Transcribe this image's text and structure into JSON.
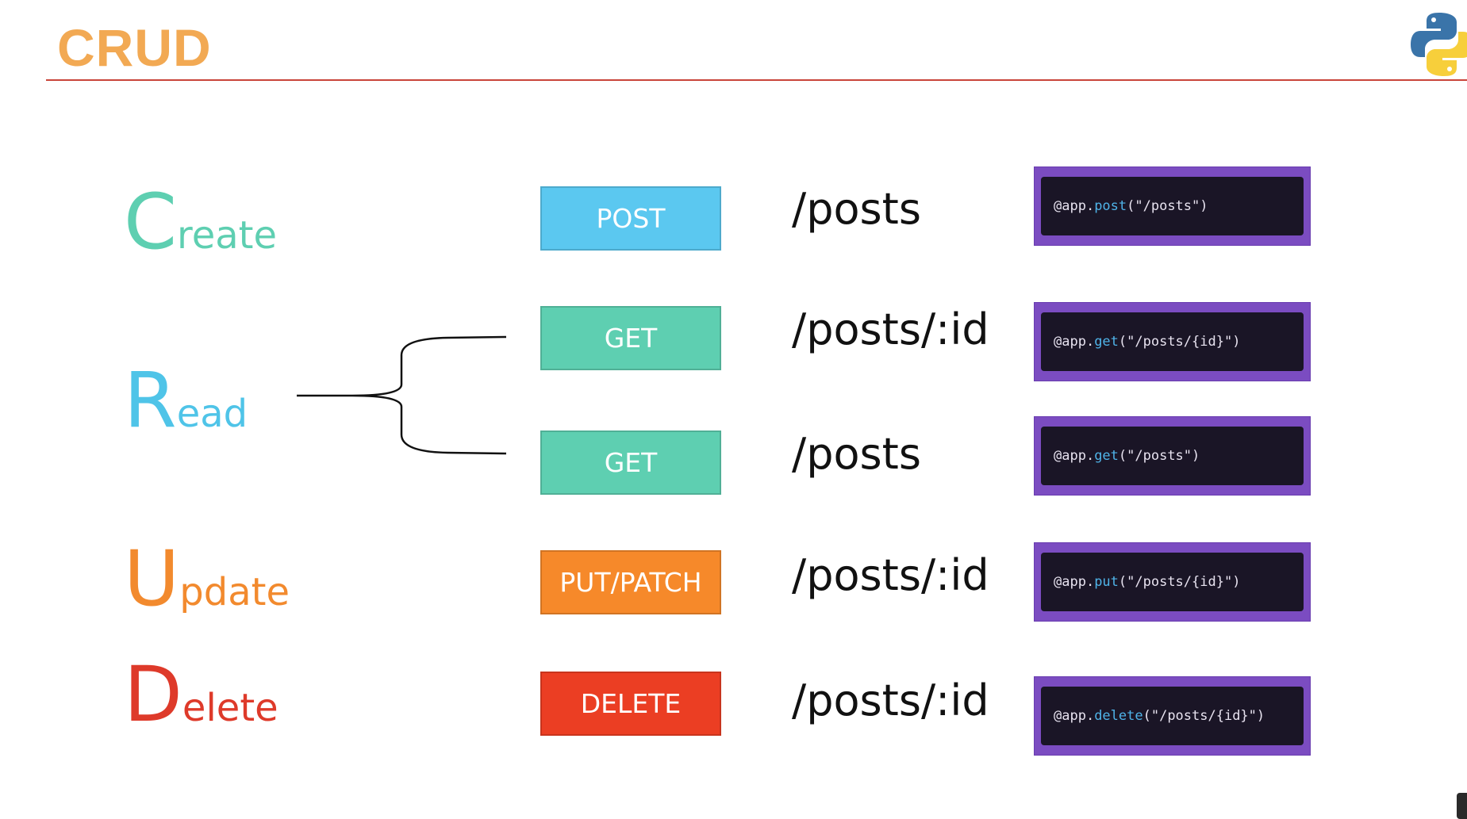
{
  "title": "CRUD",
  "operations": [
    {
      "initial": "C",
      "rest": "reate",
      "color": "#5ecfb1"
    },
    {
      "initial": "R",
      "rest": "ead",
      "color": "#4fc4e8"
    },
    {
      "initial": "U",
      "rest": "pdate",
      "color": "#f28a2e"
    },
    {
      "initial": "D",
      "rest": "elete",
      "color": "#de3a2a"
    }
  ],
  "rows": [
    {
      "method": "POST",
      "method_color": "#5bc8f0",
      "path": "/posts",
      "code": {
        "prefix": "@app.",
        "fn": "post",
        "args": "(\"/posts\")"
      }
    },
    {
      "method": "GET",
      "method_color": "#5ecfb1",
      "path": "/posts/:id",
      "code": {
        "prefix": "@app.",
        "fn": "get",
        "args": "(\"/posts/{id}\")"
      }
    },
    {
      "method": "GET",
      "method_color": "#5ecfb1",
      "path": "/posts",
      "code": {
        "prefix": "@app.",
        "fn": "get",
        "args": "(\"/posts\")"
      }
    },
    {
      "method": "PUT/PATCH",
      "method_color": "#f6892a",
      "path": "/posts/:id",
      "code": {
        "prefix": "@app.",
        "fn": "put",
        "args": "(\"/posts/{id}\")"
      }
    },
    {
      "method": "DELETE",
      "method_color": "#eb3e23",
      "path": "/posts/:id",
      "code": {
        "prefix": "@app.",
        "fn": "delete",
        "args": "(\"/posts/{id}\")"
      }
    }
  ],
  "logo_icon": "python-logo-icon"
}
